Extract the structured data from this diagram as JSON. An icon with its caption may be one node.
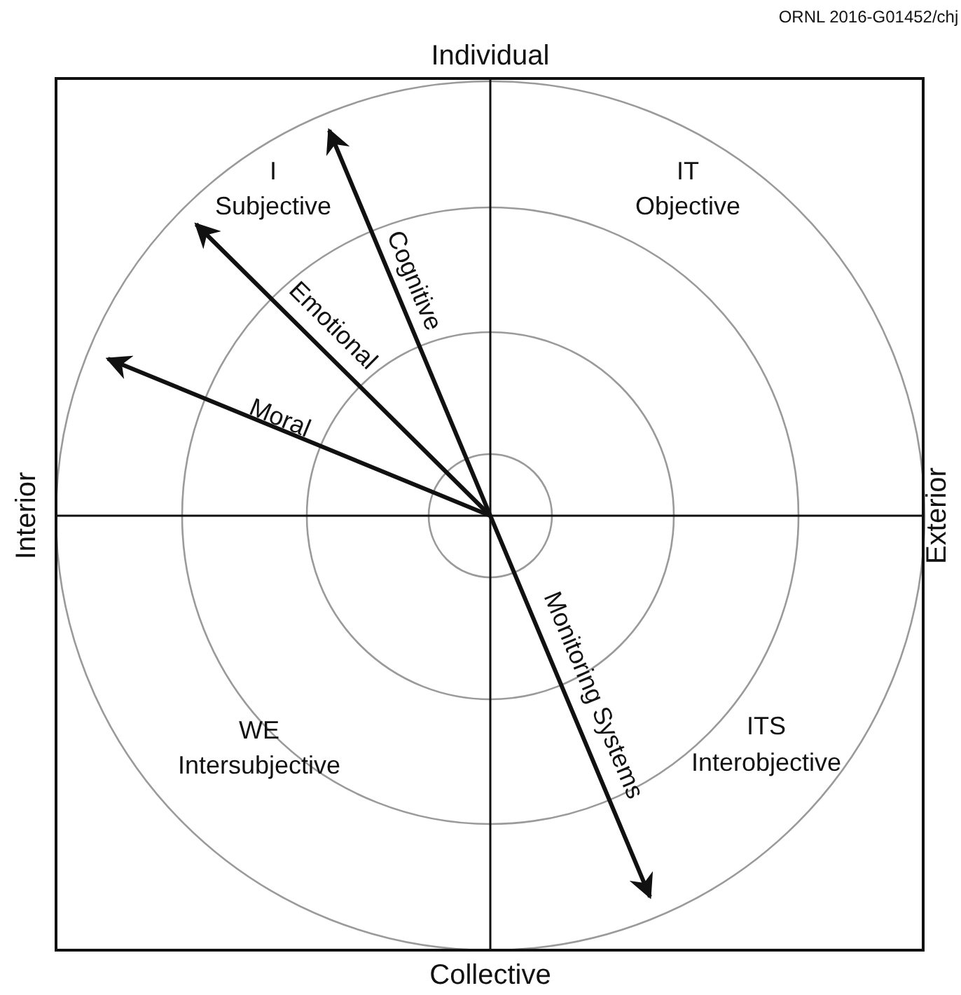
{
  "diagram": {
    "labels": [
      "ORNL 2016-G01452/chj",
      "Individual",
      "Interior",
      "Exterior",
      "Collective",
      "I",
      "Subjective",
      "IT",
      "Objective",
      "WE",
      "Intersubjective",
      "ITS",
      "Interobjective",
      "Cognitive",
      "Emotional",
      "Moral",
      "Monitoring Systems"
    ]
  }
}
